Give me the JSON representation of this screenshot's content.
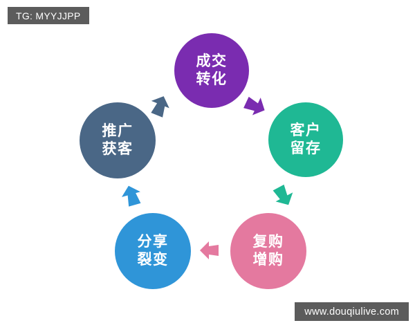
{
  "overlays": {
    "tag_badge": "TG: MYYJJPP",
    "site_badge": "www.douqiulive.com"
  },
  "diagram": {
    "type": "cycle",
    "direction": "counterclockwise",
    "background": "#ffffff",
    "nodes": [
      {
        "id": "conversion",
        "line1": "成交",
        "line2": "转化",
        "color": "#7a2cb0",
        "position": "top"
      },
      {
        "id": "retention",
        "line1": "客户",
        "line2": "留存",
        "color": "#1fb894",
        "position": "right"
      },
      {
        "id": "repurchase",
        "line1": "复购",
        "line2": "增购",
        "color": "#e4799f",
        "position": "bottom-right"
      },
      {
        "id": "sharing",
        "line1": "分享",
        "line2": "裂变",
        "color": "#2f95d8",
        "position": "bottom-left"
      },
      {
        "id": "acquisition",
        "line1": "推广",
        "line2": "获客",
        "color": "#4a6786",
        "position": "left"
      }
    ],
    "arrows": [
      {
        "id": "share-to-acquisition",
        "from": "sharing",
        "to": "acquisition",
        "color": "#2f95d8"
      },
      {
        "id": "acquisition-to-conversion",
        "from": "acquisition",
        "to": "conversion",
        "color": "#4a6786"
      },
      {
        "id": "conversion-to-retention",
        "from": "conversion",
        "to": "retention",
        "color": "#7a2cb0"
      },
      {
        "id": "retention-to-repurchase",
        "from": "retention",
        "to": "repurchase",
        "color": "#1fb894"
      },
      {
        "id": "repurchase-to-sharing",
        "from": "repurchase",
        "to": "sharing",
        "color": "#e4799f"
      }
    ]
  }
}
